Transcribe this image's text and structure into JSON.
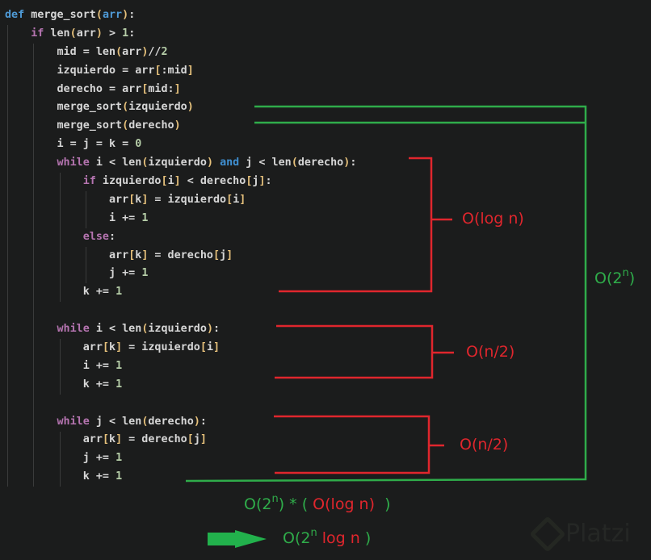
{
  "code": {
    "language": "python",
    "lines": [
      {
        "indent": 0,
        "tokens": [
          {
            "t": "def",
            "c": "kw-def"
          },
          {
            "t": " merge_sort"
          },
          {
            "t": "(",
            "c": "paren"
          },
          {
            "t": "arr",
            "c": "kw-def"
          },
          {
            "t": ")",
            "c": "paren"
          },
          {
            "t": ":"
          }
        ]
      },
      {
        "indent": 1,
        "tokens": [
          {
            "t": "if",
            "c": "kw"
          },
          {
            "t": " len"
          },
          {
            "t": "(",
            "c": "paren"
          },
          {
            "t": "arr"
          },
          {
            "t": ")",
            "c": "paren"
          },
          {
            "t": " > "
          },
          {
            "t": "1",
            "c": "num"
          },
          {
            "t": ":"
          }
        ]
      },
      {
        "indent": 2,
        "tokens": [
          {
            "t": "mid = len"
          },
          {
            "t": "(",
            "c": "paren"
          },
          {
            "t": "arr"
          },
          {
            "t": ")",
            "c": "paren"
          },
          {
            "t": "//"
          },
          {
            "t": "2",
            "c": "num"
          }
        ]
      },
      {
        "indent": 2,
        "tokens": [
          {
            "t": "izquierdo = arr"
          },
          {
            "t": "[",
            "c": "paren"
          },
          {
            "t": ":mid"
          },
          {
            "t": "]",
            "c": "paren"
          }
        ]
      },
      {
        "indent": 2,
        "tokens": [
          {
            "t": "derecho = arr"
          },
          {
            "t": "[",
            "c": "paren"
          },
          {
            "t": "mid:"
          },
          {
            "t": "]",
            "c": "paren"
          }
        ]
      },
      {
        "indent": 2,
        "tokens": [
          {
            "t": "merge_sort"
          },
          {
            "t": "(",
            "c": "paren"
          },
          {
            "t": "izquierdo"
          },
          {
            "t": ")",
            "c": "paren"
          }
        ]
      },
      {
        "indent": 2,
        "tokens": [
          {
            "t": "merge_sort"
          },
          {
            "t": "(",
            "c": "paren"
          },
          {
            "t": "derecho"
          },
          {
            "t": ")",
            "c": "paren"
          }
        ]
      },
      {
        "indent": 2,
        "tokens": [
          {
            "t": "i = j = k = "
          },
          {
            "t": "0",
            "c": "num"
          }
        ]
      },
      {
        "indent": 2,
        "tokens": [
          {
            "t": "while",
            "c": "kw"
          },
          {
            "t": " i < len"
          },
          {
            "t": "(",
            "c": "paren"
          },
          {
            "t": "izquierdo"
          },
          {
            "t": ")",
            "c": "paren"
          },
          {
            "t": " "
          },
          {
            "t": "and",
            "c": "kw-and"
          },
          {
            "t": " j < len"
          },
          {
            "t": "(",
            "c": "paren"
          },
          {
            "t": "derecho"
          },
          {
            "t": ")",
            "c": "paren"
          },
          {
            "t": ":"
          }
        ]
      },
      {
        "indent": 3,
        "tokens": [
          {
            "t": "if",
            "c": "kw"
          },
          {
            "t": " izquierdo"
          },
          {
            "t": "[",
            "c": "paren"
          },
          {
            "t": "i"
          },
          {
            "t": "]",
            "c": "paren"
          },
          {
            "t": " < derecho"
          },
          {
            "t": "[",
            "c": "paren"
          },
          {
            "t": "j"
          },
          {
            "t": "]",
            "c": "paren"
          },
          {
            "t": ":"
          }
        ]
      },
      {
        "indent": 4,
        "tokens": [
          {
            "t": "arr"
          },
          {
            "t": "[",
            "c": "paren"
          },
          {
            "t": "k"
          },
          {
            "t": "]",
            "c": "paren"
          },
          {
            "t": " = izquierdo"
          },
          {
            "t": "[",
            "c": "paren"
          },
          {
            "t": "i"
          },
          {
            "t": "]",
            "c": "paren"
          }
        ]
      },
      {
        "indent": 4,
        "tokens": [
          {
            "t": "i += "
          },
          {
            "t": "1",
            "c": "num"
          }
        ]
      },
      {
        "indent": 3,
        "tokens": [
          {
            "t": "else",
            "c": "kw"
          },
          {
            "t": ":"
          }
        ]
      },
      {
        "indent": 4,
        "tokens": [
          {
            "t": "arr"
          },
          {
            "t": "[",
            "c": "paren"
          },
          {
            "t": "k"
          },
          {
            "t": "]",
            "c": "paren"
          },
          {
            "t": " = derecho"
          },
          {
            "t": "[",
            "c": "paren"
          },
          {
            "t": "j"
          },
          {
            "t": "]",
            "c": "paren"
          }
        ]
      },
      {
        "indent": 4,
        "tokens": [
          {
            "t": "j += "
          },
          {
            "t": "1",
            "c": "num"
          }
        ]
      },
      {
        "indent": 3,
        "tokens": [
          {
            "t": "k += "
          },
          {
            "t": "1",
            "c": "num"
          }
        ]
      },
      {
        "indent": 0,
        "tokens": []
      },
      {
        "indent": 2,
        "tokens": [
          {
            "t": "while",
            "c": "kw"
          },
          {
            "t": " i < len"
          },
          {
            "t": "(",
            "c": "paren"
          },
          {
            "t": "izquierdo"
          },
          {
            "t": ")",
            "c": "paren"
          },
          {
            "t": ":"
          }
        ]
      },
      {
        "indent": 3,
        "tokens": [
          {
            "t": "arr"
          },
          {
            "t": "[",
            "c": "paren"
          },
          {
            "t": "k"
          },
          {
            "t": "]",
            "c": "paren"
          },
          {
            "t": " = izquierdo"
          },
          {
            "t": "[",
            "c": "paren"
          },
          {
            "t": "i"
          },
          {
            "t": "]",
            "c": "paren"
          }
        ]
      },
      {
        "indent": 3,
        "tokens": [
          {
            "t": "i += "
          },
          {
            "t": "1",
            "c": "num"
          }
        ]
      },
      {
        "indent": 3,
        "tokens": [
          {
            "t": "k += "
          },
          {
            "t": "1",
            "c": "num"
          }
        ]
      },
      {
        "indent": 0,
        "tokens": []
      },
      {
        "indent": 2,
        "tokens": [
          {
            "t": "while",
            "c": "kw"
          },
          {
            "t": " j < len"
          },
          {
            "t": "(",
            "c": "paren"
          },
          {
            "t": "derecho"
          },
          {
            "t": ")",
            "c": "paren"
          },
          {
            "t": ":"
          }
        ]
      },
      {
        "indent": 3,
        "tokens": [
          {
            "t": "arr"
          },
          {
            "t": "[",
            "c": "paren"
          },
          {
            "t": "k"
          },
          {
            "t": "]",
            "c": "paren"
          },
          {
            "t": " = derecho"
          },
          {
            "t": "[",
            "c": "paren"
          },
          {
            "t": "j"
          },
          {
            "t": "]",
            "c": "paren"
          }
        ]
      },
      {
        "indent": 3,
        "tokens": [
          {
            "t": "j += "
          },
          {
            "t": "1",
            "c": "num"
          }
        ]
      },
      {
        "indent": 3,
        "tokens": [
          {
            "t": "k += "
          },
          {
            "t": "1",
            "c": "num"
          }
        ]
      }
    ]
  },
  "annotations": {
    "merge_loop": {
      "label": "O(log n)",
      "color": "#e0262d"
    },
    "left_loop": {
      "label": "O(n/2)",
      "color": "#e0262d"
    },
    "right_loop": {
      "label": "O(n/2)",
      "color": "#e0262d"
    },
    "recursion": {
      "base": "O(2",
      "exp": "n",
      "close": ")",
      "color": "#2fac4a"
    }
  },
  "summary": {
    "product": {
      "part1": "O(2",
      "exp": "n",
      "part2": ") * ( ",
      "red": "O(log n)",
      "part3": "  )"
    },
    "result": {
      "part1": "O(2",
      "exp": "n",
      "red": " log n",
      "part2": " )"
    }
  },
  "colors": {
    "red": "#e0262d",
    "green": "#2fac4a",
    "background": "#1b1c1c"
  },
  "watermark": {
    "text": "Platzi"
  }
}
